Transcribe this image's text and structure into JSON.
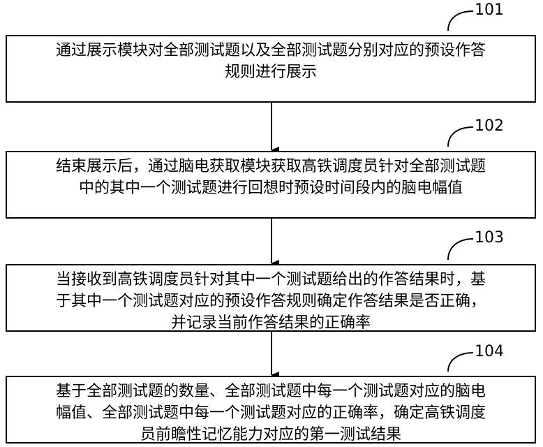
{
  "steps": [
    {
      "ref": "101",
      "lines": [
        "通过展示模块对全部测试题以及全部测试题分别对应的预设作答",
        "规则进行展示"
      ]
    },
    {
      "ref": "102",
      "lines": [
        "结束展示后，通过脑电获取模块获取高铁调度员针对全部测试题",
        "中的其中一个测试题进行回想时预设时间段内的脑电幅值"
      ]
    },
    {
      "ref": "103",
      "lines": [
        "当接收到高铁调度员针对其中一个测试题给出的作答结果时，基",
        "于其中一个测试题对应的预设作答规则确定作答结果是否正确，",
        "并记录当前作答结果的正确率"
      ]
    },
    {
      "ref": "104",
      "lines": [
        "基于全部测试题的数量、全部测试题中每一个测试题对应的脑电",
        "幅值、全部测试题中每一个测试题对应的正确率，确定高铁调度",
        "员前瞻性记忆能力对应的第一测试结果"
      ]
    }
  ]
}
